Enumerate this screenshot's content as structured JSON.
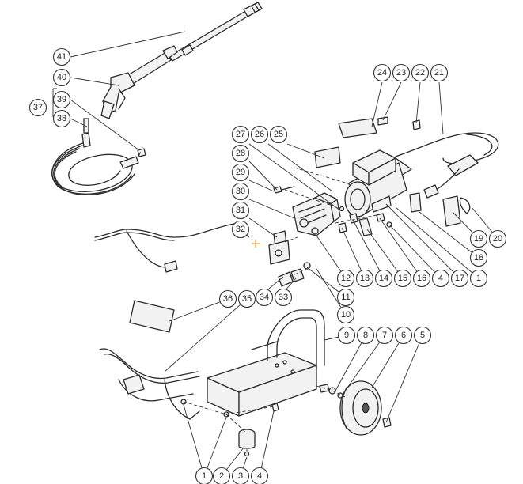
{
  "callouts": [
    {
      "id": "c41",
      "label": "41"
    },
    {
      "id": "c40",
      "label": "40"
    },
    {
      "id": "c39",
      "label": "39"
    },
    {
      "id": "c38",
      "label": "38"
    },
    {
      "id": "c37",
      "label": "37"
    },
    {
      "id": "c24",
      "label": "24"
    },
    {
      "id": "c23",
      "label": "23"
    },
    {
      "id": "c22",
      "label": "22"
    },
    {
      "id": "c21",
      "label": "21"
    },
    {
      "id": "c27",
      "label": "27"
    },
    {
      "id": "c26",
      "label": "26"
    },
    {
      "id": "c25",
      "label": "25"
    },
    {
      "id": "c28",
      "label": "28"
    },
    {
      "id": "c29",
      "label": "29"
    },
    {
      "id": "c30",
      "label": "30"
    },
    {
      "id": "c31",
      "label": "31"
    },
    {
      "id": "c32",
      "label": "32"
    },
    {
      "id": "c19",
      "label": "19"
    },
    {
      "id": "c20",
      "label": "20"
    },
    {
      "id": "c18",
      "label": "18"
    },
    {
      "id": "c12",
      "label": "12"
    },
    {
      "id": "c13",
      "label": "13"
    },
    {
      "id": "c14",
      "label": "14"
    },
    {
      "id": "c15",
      "label": "15"
    },
    {
      "id": "c16",
      "label": "16"
    },
    {
      "id": "c4a",
      "label": "4"
    },
    {
      "id": "c17",
      "label": "17"
    },
    {
      "id": "c1a",
      "label": "1"
    },
    {
      "id": "c11",
      "label": "11"
    },
    {
      "id": "c10",
      "label": "10"
    },
    {
      "id": "c36",
      "label": "36"
    },
    {
      "id": "c35",
      "label": "35"
    },
    {
      "id": "c34",
      "label": "34"
    },
    {
      "id": "c33",
      "label": "33"
    },
    {
      "id": "c9",
      "label": "9"
    },
    {
      "id": "c8",
      "label": "8"
    },
    {
      "id": "c7",
      "label": "7"
    },
    {
      "id": "c6",
      "label": "6"
    },
    {
      "id": "c5",
      "label": "5"
    },
    {
      "id": "c1b",
      "label": "1"
    },
    {
      "id": "c2",
      "label": "2"
    },
    {
      "id": "c3",
      "label": "3"
    },
    {
      "id": "c4b",
      "label": "4"
    }
  ]
}
